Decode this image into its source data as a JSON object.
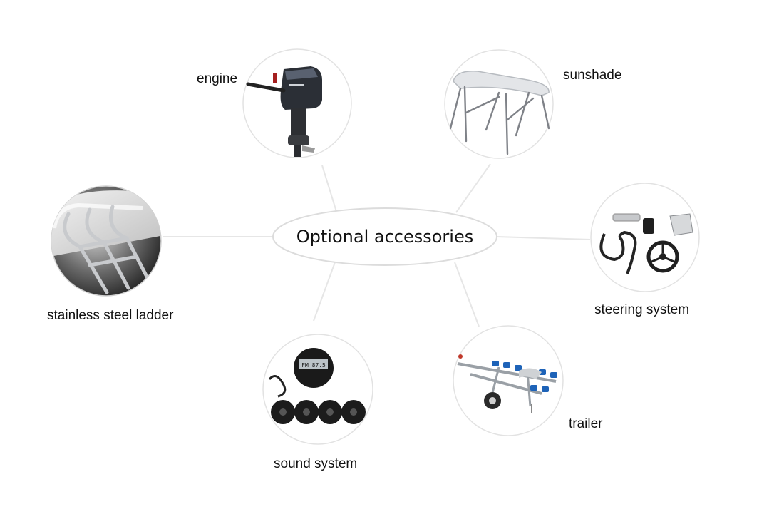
{
  "center": {
    "label": "Optional accessories"
  },
  "accessories": [
    {
      "id": "engine",
      "label": "engine"
    },
    {
      "id": "sunshade",
      "label": "sunshade"
    },
    {
      "id": "steering-system",
      "label": "steering system"
    },
    {
      "id": "trailer",
      "label": "trailer"
    },
    {
      "id": "sound-system",
      "label": "sound system"
    },
    {
      "id": "stainless-steel-ladder",
      "label": "stainless steel ladder"
    }
  ],
  "sound_unit": {
    "display_text": "FM 87.5"
  },
  "colors": {
    "circle_border": "#e2e2e2",
    "connector": "#e6e6e6",
    "text": "#111111",
    "ellipse_border": "#dcdcdc"
  }
}
